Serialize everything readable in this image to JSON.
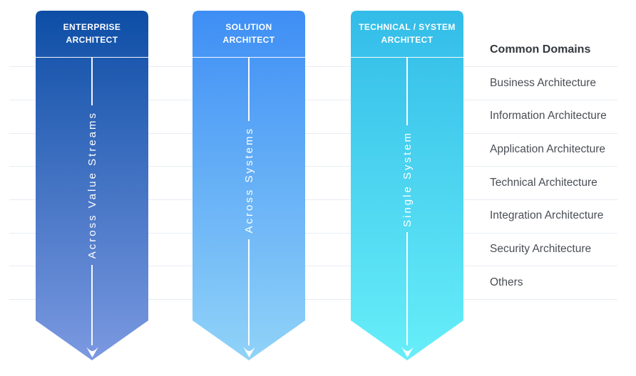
{
  "figure": {
    "columns": [
      {
        "title": "ENTERPRISE\nARCHITECT",
        "scope_label": "Across Value Streams",
        "gradient_top": "#0d4ea6",
        "gradient_bottom": "#7b99e1"
      },
      {
        "title": "SOLUTION\nARCHITECT",
        "scope_label": "Across Systems",
        "gradient_top": "#3e8ef5",
        "gradient_bottom": "#90d3f8"
      },
      {
        "title": "TECHNICAL / SYSTEM\nARCHITECT",
        "scope_label": "Single System",
        "gradient_top": "#33bce8",
        "gradient_bottom": "#67eef9"
      }
    ],
    "domains": {
      "header": "Common Domains",
      "items": [
        "Business Architecture",
        "Information Architecture",
        "Application Architecture",
        "Technical Architecture",
        "Integration Architecture",
        "Security Architecture",
        "Others"
      ]
    }
  }
}
